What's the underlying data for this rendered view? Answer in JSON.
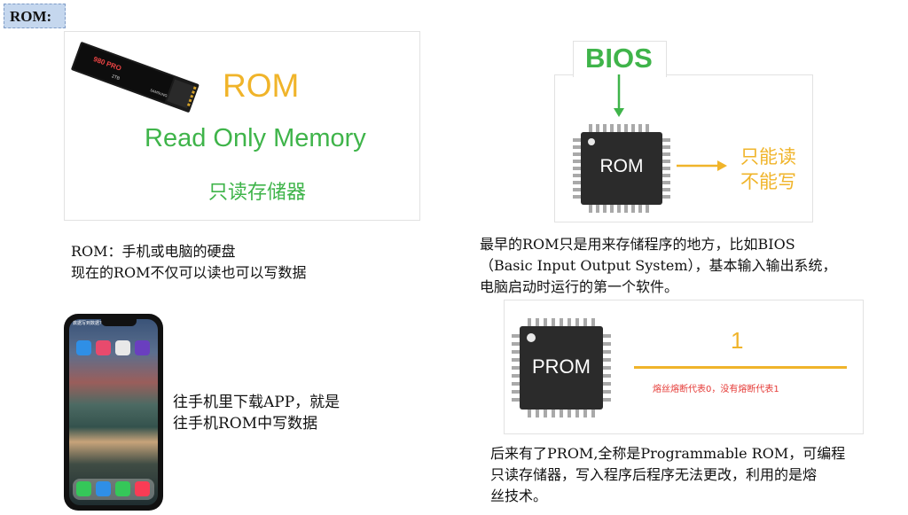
{
  "header": {
    "title": "ROM:"
  },
  "rom_card": {
    "title": "ROM",
    "subtitle": "Read Only Memory",
    "chinese": "只读存储器",
    "ssd_brand": "980 PRO",
    "ssd_capacity": "2TB",
    "ssd_maker": "SAMSUNG",
    "colors": {
      "rom": "#f0b42a",
      "english": "#3fb44a",
      "chinese": "#3fb44a"
    }
  },
  "rom_desc": {
    "line1": "ROM：手机或电脑的硬盘",
    "line2": "现在的ROM不仅可以读也可以写数据"
  },
  "bios_card": {
    "label": "BIOS",
    "chip_label": "ROM",
    "side_line1": "只能读",
    "side_line2": "不能写",
    "colors": {
      "bios": "#3fb44a",
      "arrow_down": "#3fb44a",
      "arrow_right": "#f0b42a",
      "side": "#f0b42a"
    }
  },
  "bios_desc": {
    "line1": "最早的ROM只是用来存储程序的地方，比如BIOS",
    "line2": "（Basic Input Output System），基本输入输出系统，",
    "line3": "电脑启动时运行的第一个软件。"
  },
  "phone": {
    "caption": "数据写到数据?"
  },
  "phone_desc": {
    "line1": "往手机里下载APP，就是",
    "line2": "往手机ROM中写数据"
  },
  "prom_card": {
    "chip_label": "PROM",
    "value": "1",
    "note": "熔丝熔断代表0，没有熔断代表1",
    "colors": {
      "value": "#f0b42a",
      "line": "#f0b42a",
      "note": "#e53935"
    }
  },
  "prom_desc": {
    "line1": "后来有了PROM,全称是Programmable ROM，可编程",
    "line2": "只读存储器，写入程序后程序无法更改，利用的是熔",
    "line3": "丝技术。"
  }
}
